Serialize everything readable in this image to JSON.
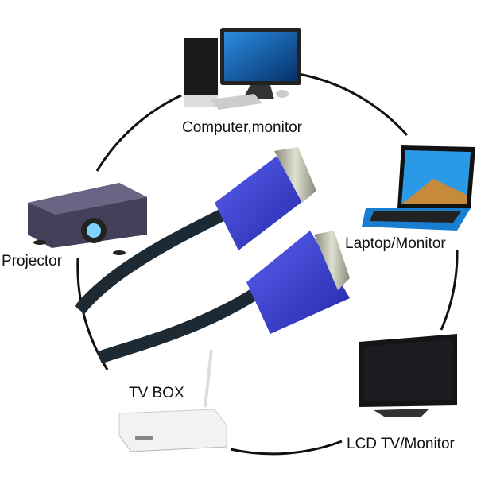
{
  "labels": {
    "computer": "Computer,monitor",
    "laptop": "Laptop/Monitor",
    "lcd_tv": "LCD TV/Monitor",
    "tv_box": "TV BOX",
    "projector": "Projector"
  },
  "colors": {
    "connector": "#3a3fd6",
    "cable": "#1e2a33",
    "ring": "#111111"
  }
}
